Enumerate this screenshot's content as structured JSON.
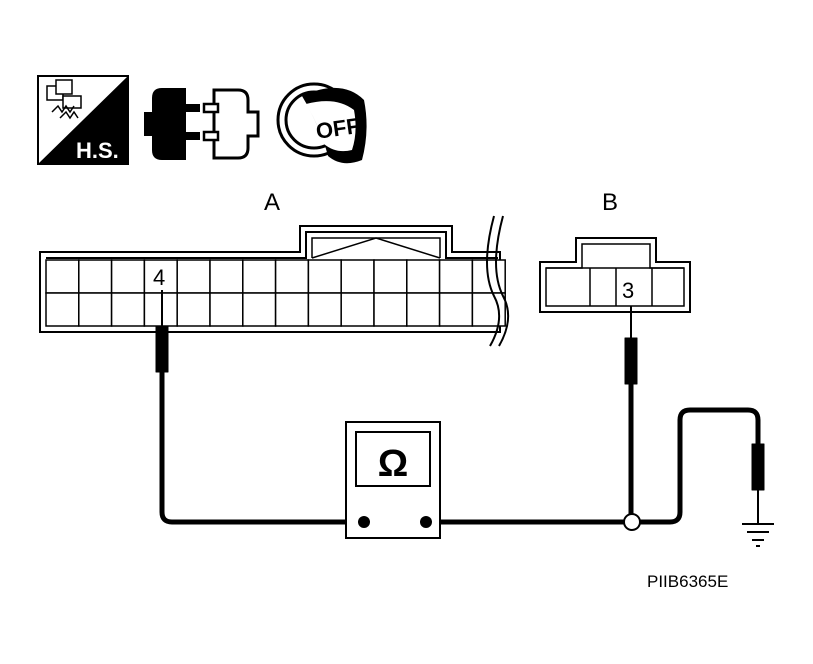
{
  "icons": {
    "harness_symbol": "wiring-harness-icon",
    "harness_label": "H.S.",
    "connector_symbol": "disconnected-connector-icon",
    "ignition_symbol": "ignition-key-icon",
    "ignition_label": "OFF"
  },
  "connector_a": {
    "label": "A",
    "pin": "4"
  },
  "connector_b": {
    "label": "B",
    "pin": "3"
  },
  "meter": {
    "symbol": "Ω",
    "icon": "ohmmeter-icon"
  },
  "ground": {
    "icon": "ground-icon"
  },
  "figure_code": "PIIB6365E"
}
